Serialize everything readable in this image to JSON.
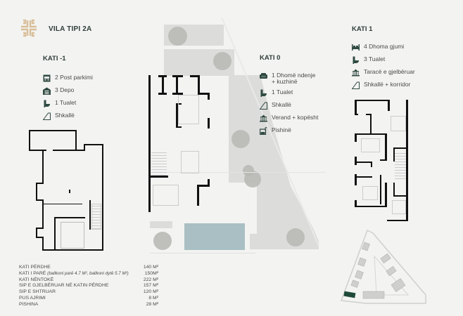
{
  "header": {
    "logo_icon": "ornamental-cross-logo",
    "title": "VILA TIPI 2A",
    "brand_color": "#d9bf9a"
  },
  "floors": {
    "basement": {
      "title": "KATI -1",
      "features": [
        {
          "icon": "parking-icon",
          "label": "2 Post parkimi"
        },
        {
          "icon": "storage-icon",
          "label": "3 Depo"
        },
        {
          "icon": "toilet-icon",
          "label": "1 Tualet"
        },
        {
          "icon": "stairs-icon",
          "label": "Shkallë"
        }
      ]
    },
    "ground": {
      "title": "KATI 0",
      "features": [
        {
          "icon": "sofa-icon",
          "label": "1 Dhomë ndenje",
          "label2": "+ kuzhinë"
        },
        {
          "icon": "toilet-icon",
          "label": "1 Tualet"
        },
        {
          "icon": "stairs-icon",
          "label": "Shkallë"
        },
        {
          "icon": "fence-icon",
          "label": "Verand + kopësht"
        },
        {
          "icon": "pool-icon",
          "label": "Pishinë"
        }
      ]
    },
    "first": {
      "title": "KATI 1",
      "features": [
        {
          "icon": "bed-icon",
          "label": "4 Dhoma gjumi"
        },
        {
          "icon": "toilet-icon",
          "label": "3 Tualet"
        },
        {
          "icon": "fence-icon",
          "label": "Taracë e gjelbëruar"
        },
        {
          "icon": "stairs-icon",
          "label": "Shkallë + korridor"
        }
      ]
    }
  },
  "specs": [
    {
      "label": "KATI PËRDHE",
      "note": "",
      "value": "140 M²"
    },
    {
      "label": "KATI I PARË ",
      "note": "(ballkoni parë 4.7 M², ballkoni dytë 5.7 M²)",
      "value": "150M²"
    },
    {
      "label": "KATI NËNTOKË",
      "note": "",
      "value": "222 M²"
    },
    {
      "label": "SIP E GJELBËRUAR NË KATIN PËRDHE",
      "note": "",
      "value": "157 M²"
    },
    {
      "label": "SIP E SHTRUAR",
      "note": "",
      "value": "120 M²"
    },
    {
      "label": "PUS AJRIMI",
      "note": "",
      "value": "8 M²"
    },
    {
      "label": "PISHINA",
      "note": "",
      "value": "28 M²"
    }
  ],
  "colors": {
    "icon": "#2f4a42",
    "pool": "#a9bfc3",
    "highlight_unit": "#1f4a3a",
    "landscape_grey": "#dcdcdb",
    "tree": "#b9b9b5"
  }
}
